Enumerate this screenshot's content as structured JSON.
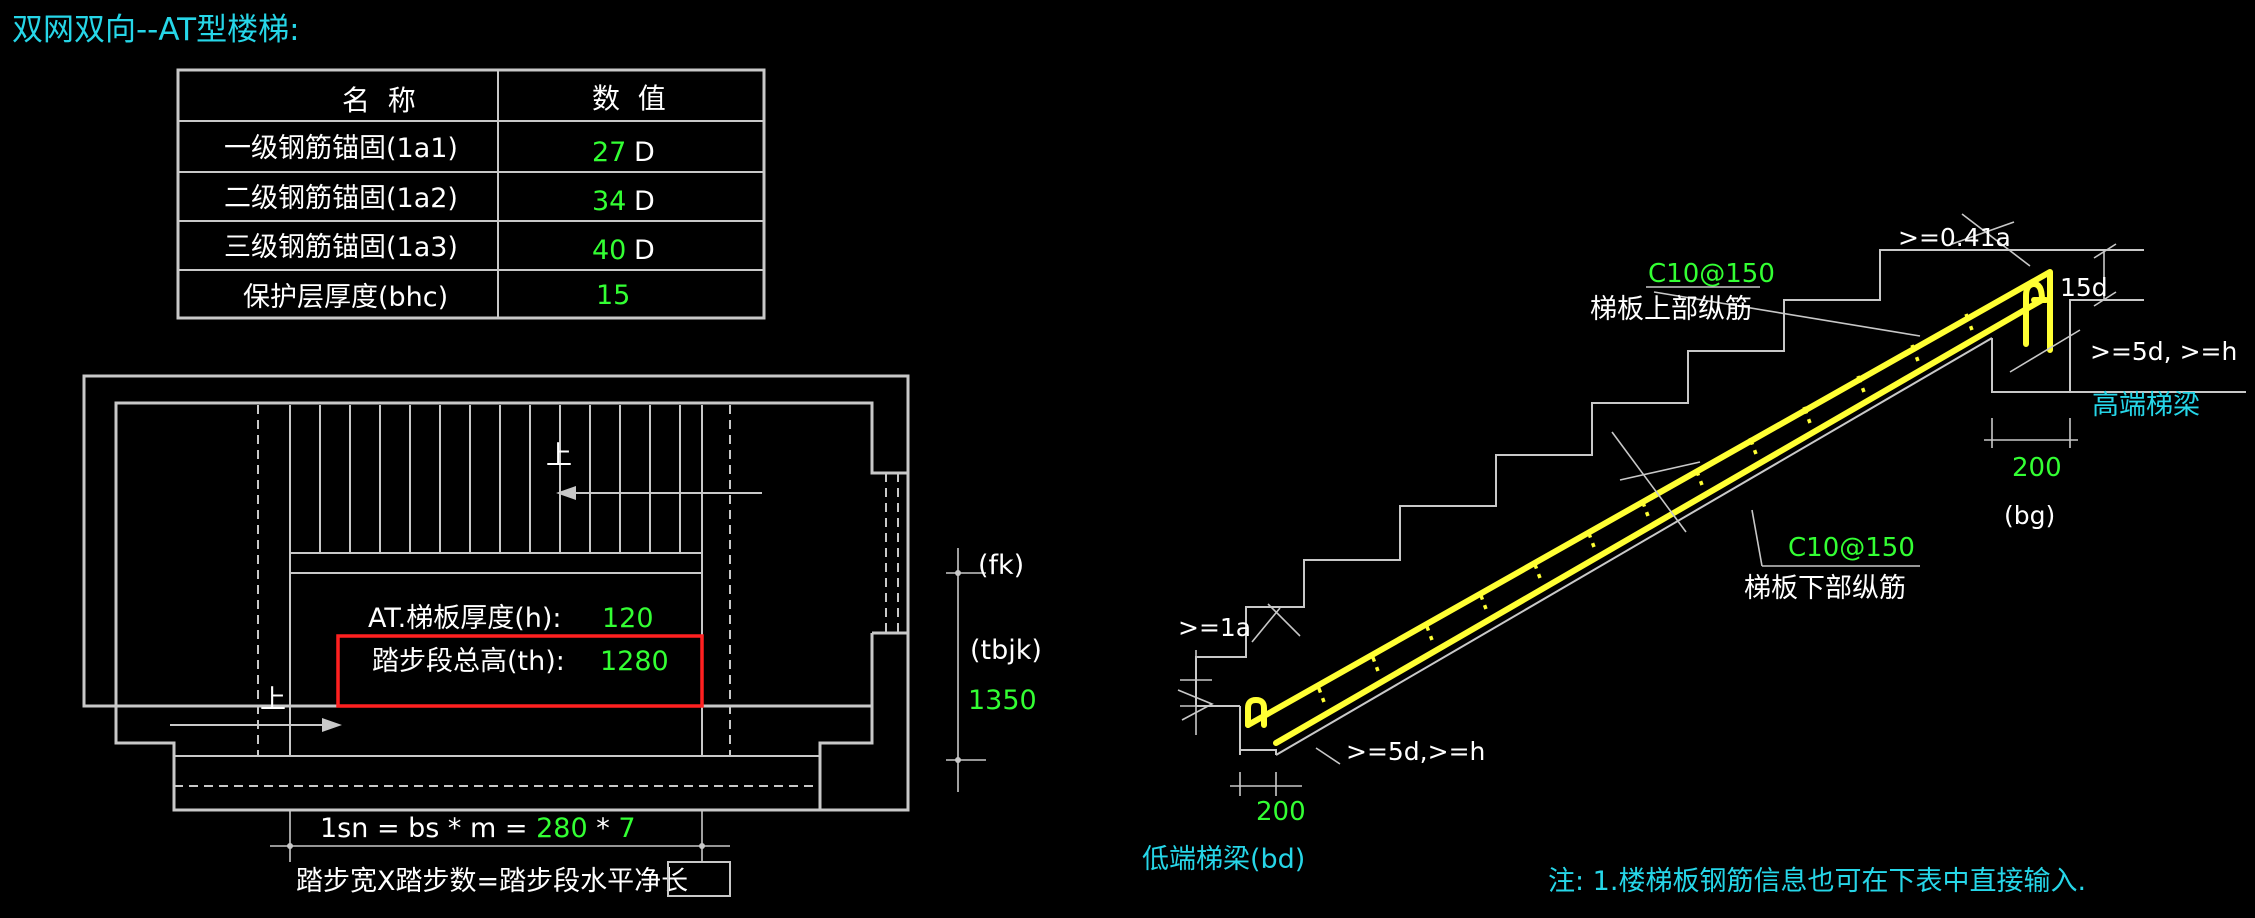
{
  "title": "双网双向--AT型楼梯:",
  "table": {
    "header_name": "名  称",
    "header_value": "数  值",
    "rows": [
      {
        "name": "一级钢筋锚固(1a1)",
        "value": "27",
        "unit": "D"
      },
      {
        "name": "二级钢筋锚固(1a2)",
        "value": "34",
        "unit": "D"
      },
      {
        "name": "三级钢筋锚固(1a3)",
        "value": "40",
        "unit": "D"
      },
      {
        "name": "保护层厚度(bhc)",
        "value": "15",
        "unit": ""
      }
    ]
  },
  "plan": {
    "up_label_top": "上",
    "up_label_bottom": "上",
    "thickness_label": "AT.梯板厚度(h):",
    "thickness_value": "120",
    "height_label": "踏步段总高(th):",
    "height_value": "1280",
    "fk_label": "(fk)",
    "tbjk_label": "(tbjk)",
    "tbjk_value": "1350",
    "formula_prefix": "1sn = bs * m = ",
    "formula_bs": "280",
    "formula_op": " * ",
    "formula_m": "7",
    "formula_caption": "踏步宽X踏步数=踏步段水平净长"
  },
  "section": {
    "top_rebar_spec": "C10@150",
    "top_rebar_label": "梯板上部纵筋",
    "bottom_rebar_spec": "C10@150",
    "bottom_rebar_label": "梯板下部纵筋",
    "anchor_top": ">=0.41a",
    "hook_15d": "15d",
    "high_5d_h": ">=5d, >=h",
    "high_beam_label": "高端梯梁",
    "high_beam_width": "200",
    "high_beam_code": "(bg)",
    "low_anchor": ">=1a",
    "low_5d_h": ">=5d,>=h",
    "low_beam_width": "200",
    "low_beam_label": "低端梯梁(bd)"
  },
  "note": "注: 1.楼梯板钢筋信息也可在下表中直接输入.",
  "colors": {
    "background": "#000000",
    "text": "#ffffff",
    "value": "#33ff33",
    "label_cyan": "#26d6e8",
    "rebar": "#ffff33",
    "highlight": "#ff2020",
    "line": "#c8c8c8"
  }
}
